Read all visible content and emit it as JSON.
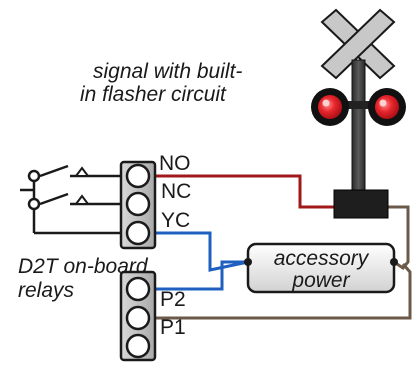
{
  "signal": {
    "caption_line1": "signal with built-",
    "caption_line2": "in flasher circuit"
  },
  "relays": {
    "caption_line1": "D2T on-board",
    "caption_line2": "relays",
    "terminals": [
      "NO",
      "NC",
      "YC"
    ]
  },
  "power": {
    "label_line1": "accessory",
    "label_line2": "power",
    "terminals": [
      "P2",
      "P1"
    ]
  },
  "colors": {
    "wire_no": "#a01818",
    "wire_yc": "#1f5fbf",
    "wire_return": "#6b5a4a",
    "lamp": "#e8262d",
    "lamp_housing": "#111111",
    "crossbuck": "#c8c8c8",
    "mast": "#3a3a3a"
  }
}
